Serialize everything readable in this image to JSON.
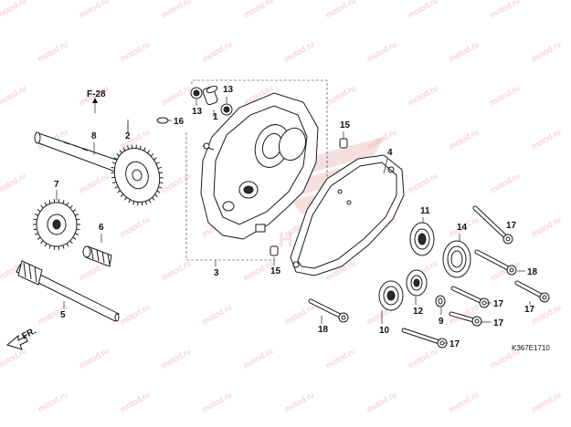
{
  "diagram": {
    "reference": "F-28",
    "image_code": "K367E1710",
    "direction_label": "FR.",
    "watermark": "motod.ru",
    "brand_watermark": "HONDA",
    "part_labels": [
      "1",
      "2",
      "3",
      "4",
      "5",
      "6",
      "7",
      "8",
      "9",
      "10",
      "11",
      "12",
      "13",
      "13",
      "14",
      "15",
      "15",
      "16",
      "17",
      "17",
      "17",
      "17",
      "17",
      "18",
      "18"
    ]
  }
}
